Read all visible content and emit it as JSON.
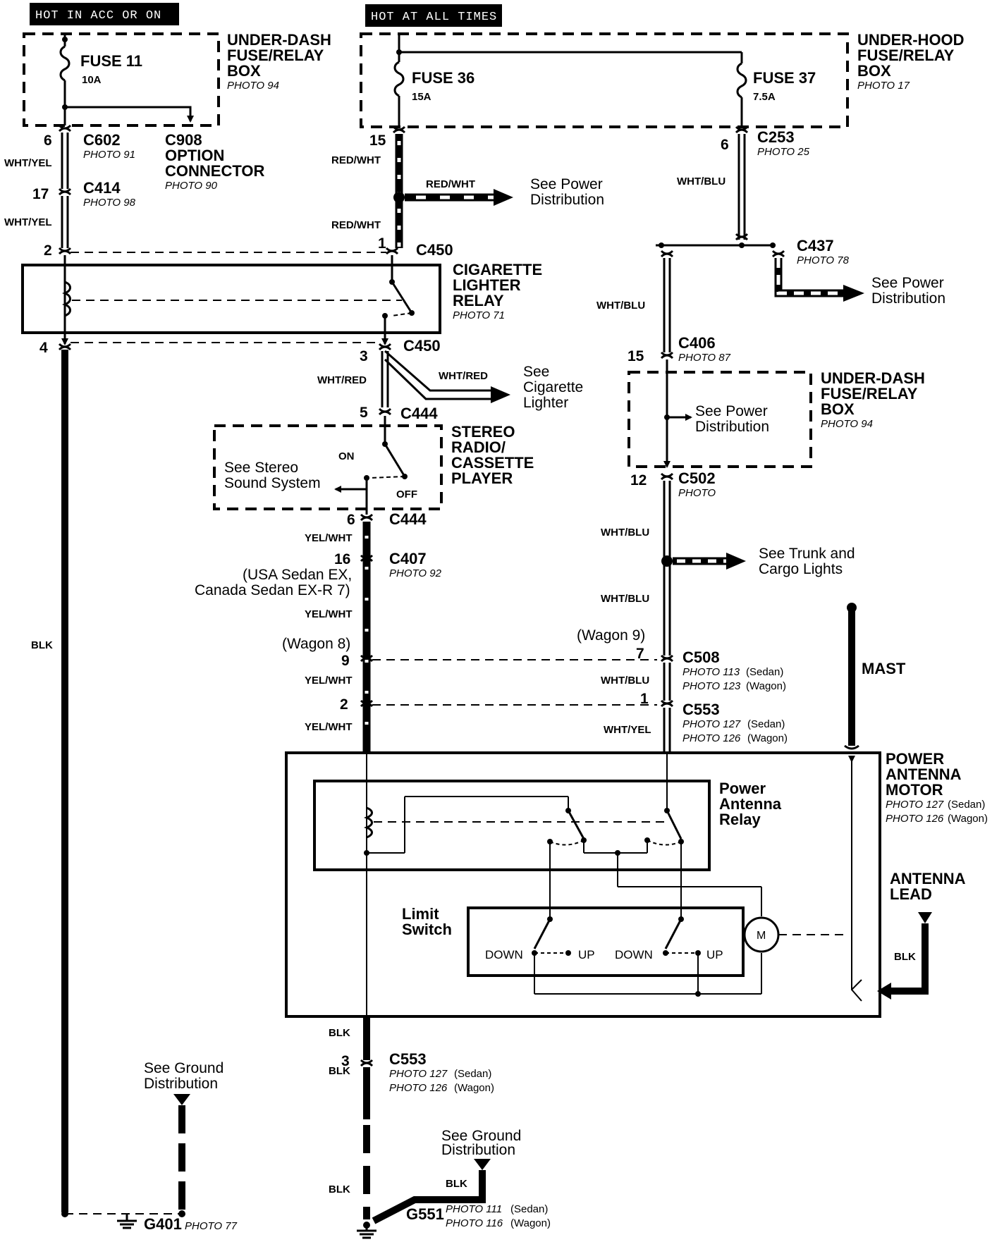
{
  "headers": {
    "acc": "HOT IN ACC OR ON",
    "always": "HOT AT ALL TIMES"
  },
  "underdash_box": {
    "title1": "UNDER-DASH",
    "title2": "FUSE/RELAY",
    "title3": "BOX",
    "photo": "PHOTO 94"
  },
  "underhood_box": {
    "title1": "UNDER-HOOD",
    "title2": "FUSE/RELAY",
    "title3": "BOX",
    "photo": "PHOTO 17"
  },
  "underdash_box2": {
    "title1": "UNDER-DASH",
    "title2": "FUSE/RELAY",
    "title3": "BOX",
    "photo": "PHOTO 94",
    "inside1": "See Power",
    "inside2": "Distribution"
  },
  "fuses": {
    "f11": {
      "name": "FUSE 11",
      "rating": "10A"
    },
    "f36": {
      "name": "FUSE 36",
      "rating": "15A"
    },
    "f37": {
      "name": "FUSE 37",
      "rating": "7.5A"
    }
  },
  "connectors": {
    "c602": {
      "pin": "6",
      "name": "C602",
      "photo": "PHOTO 91"
    },
    "c908": {
      "name1": "C908",
      "name2": "OPTION",
      "name3": "CONNECTOR",
      "photo": "PHOTO 90"
    },
    "c414": {
      "pin": "17",
      "name": "C414",
      "photo": "PHOTO 98"
    },
    "c450a": {
      "pin_left": "2",
      "pin_right": "1",
      "name": "C450"
    },
    "c450b": {
      "pin_left": "4",
      "pin_right": "3",
      "name": "C450"
    },
    "c253": {
      "pin_a": "15",
      "pin_b": "6",
      "name": "C253",
      "photo": "PHOTO 25"
    },
    "c437": {
      "name": "C437",
      "photo": "PHOTO 78"
    },
    "c406": {
      "pin": "15",
      "name": "C406",
      "photo": "PHOTO 87"
    },
    "c444a": {
      "pin": "5",
      "name": "C444"
    },
    "c444b": {
      "pin": "6",
      "name": "C444"
    },
    "c502": {
      "pin": "12",
      "name": "C502",
      "photo": "PHOTO"
    },
    "c407": {
      "pin": "16",
      "name": "C407",
      "photo": "PHOTO 92",
      "note1": "(USA Sedan EX,",
      "note2": "Canada Sedan EX-R 7)"
    },
    "c508": {
      "pin_left": "9",
      "pin_right": "7",
      "wagon_left": "(Wagon 8)",
      "wagon_right": "(Wagon 9)",
      "name": "C508",
      "photo1": "PHOTO 113",
      "photo1b": "(Sedan)",
      "photo2": "PHOTO 123",
      "photo2b": "(Wagon)"
    },
    "c553a": {
      "pin_left": "2",
      "pin_right": "1",
      "name": "C553",
      "photo1": "PHOTO 127",
      "photo1b": "(Sedan)",
      "photo2": "PHOTO 126",
      "photo2b": "(Wagon)"
    },
    "c553b": {
      "pin": "3",
      "name": "C553",
      "photo1": "PHOTO 127",
      "photo1b": "(Sedan)",
      "photo2": "PHOTO 126",
      "photo2b": "(Wagon)"
    }
  },
  "wires": {
    "wht_yel": "WHT/YEL",
    "red_wht": "RED/WHT",
    "wht_blu": "WHT/BLU",
    "wht_red": "WHT/RED",
    "yel_wht": "YEL/WHT",
    "blk": "BLK"
  },
  "relay": {
    "t1": "CIGARETTE",
    "t2": "LIGHTER",
    "t3": "RELAY",
    "photo": "PHOTO 71"
  },
  "stereo": {
    "t1": "STEREO",
    "t2": "RADIO/",
    "t3": "CASSETTE",
    "t4": "PLAYER",
    "on": "ON",
    "off": "OFF",
    "see1": "See Stereo",
    "see2": "Sound System"
  },
  "refs": {
    "power1a": "See Power",
    "power1b": "Distribution",
    "power2a": "See Power",
    "power2b": "Distribution",
    "cig1": "See",
    "cig2": "Cigarette",
    "cig3": "Lighter",
    "trunk1": "See Trunk and",
    "trunk2": "Cargo Lights",
    "ground1a": "See Ground",
    "ground1b": "Distribution",
    "ground2a": "See Ground",
    "ground2b": "Distribution"
  },
  "motor": {
    "t1": "POWER",
    "t2": "ANTENNA",
    "t3": "MOTOR",
    "photo1": "PHOTO 127",
    "photo1b": "(Sedan)",
    "photo2": "PHOTO 126",
    "photo2b": "(Wagon)",
    "relay1": "Power",
    "relay2": "Antenna",
    "relay3": "Relay",
    "limit1": "Limit",
    "limit2": "Switch",
    "down": "DOWN",
    "up": "UP",
    "m": "M"
  },
  "mast": "MAST",
  "antenna_lead": {
    "t1": "ANTENNA",
    "t2": "LEAD"
  },
  "grounds": {
    "g401": {
      "name": "G401",
      "photo": "PHOTO 77"
    },
    "g551": {
      "name": "G551",
      "photo1": "PHOTO 111",
      "photo1b": "(Sedan)",
      "photo2": "PHOTO 116",
      "photo2b": "(Wagon)"
    }
  }
}
